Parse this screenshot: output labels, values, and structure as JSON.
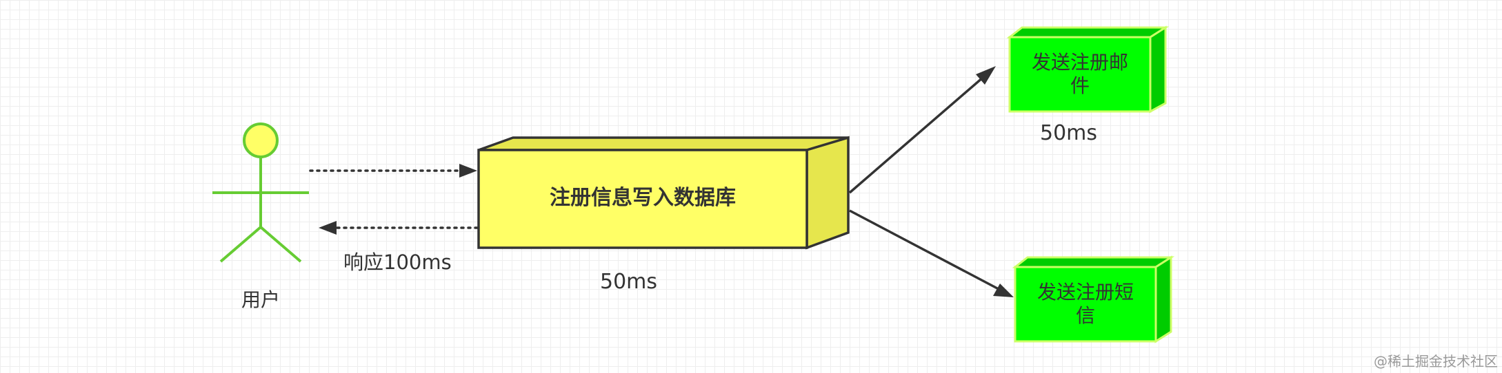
{
  "actor": {
    "label": "用户"
  },
  "request_arrow": {
    "style": "dotted"
  },
  "response": {
    "label": "响应100ms"
  },
  "main_process": {
    "title": "注册信息写入数据库",
    "time": "50ms"
  },
  "email_task": {
    "title_line1": "发送注册邮",
    "title_line2": "件",
    "time": "50ms"
  },
  "sms_task": {
    "title_line1": "发送注册短",
    "title_line2": "信"
  },
  "watermark": {
    "text": "@稀土掘金技术社区"
  },
  "colors": {
    "yellow_box": "#ffff66",
    "yellow_side": "#e6e64d",
    "green_box": "#00ff00",
    "green_side": "#00cc00",
    "actor_head": "#ffff66",
    "actor_line": "#66cc33"
  }
}
